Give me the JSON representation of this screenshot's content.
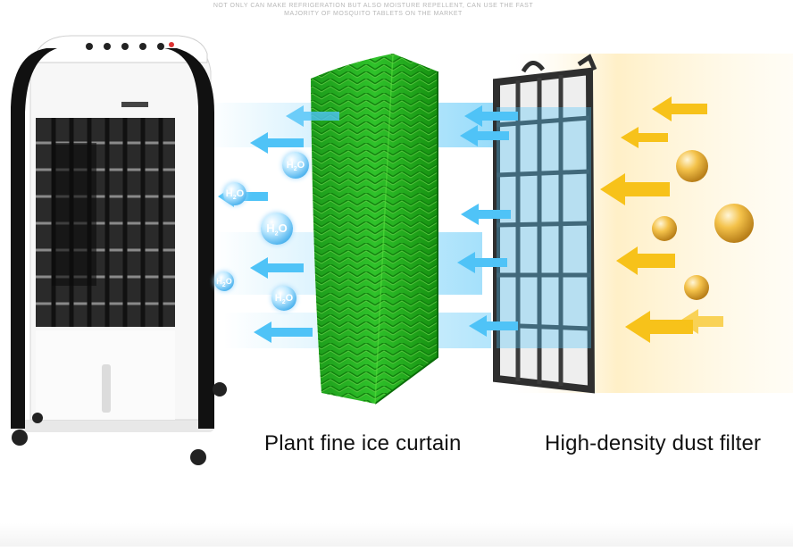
{
  "captions": {
    "left": "Plant fine ice curtain",
    "right": "High-density dust filter"
  },
  "top_text": "NOT ONLY CAN MAKE REFRIGERATION BUT ALSO MOISTURE REPELLENT, CAN USE THE FAST MAJORITY OF MOSQUITO TABLETS ON THE MARKET",
  "bubble": {
    "main": "H",
    "sub": "2",
    "tail": "O"
  },
  "colors": {
    "curtain_green": "#2fc22a",
    "filter_frame": "#333333",
    "air_blue": "#4fc3f7",
    "warm_yellow": "#f7c21a",
    "cooler_black": "#111111"
  }
}
